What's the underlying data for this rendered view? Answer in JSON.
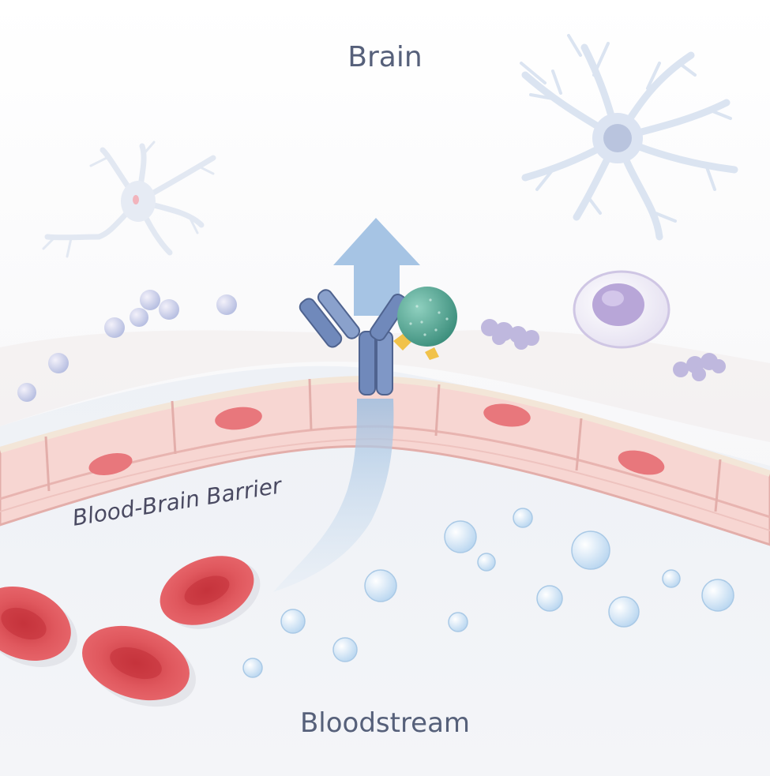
{
  "labels": {
    "brain": "Brain",
    "barrier": "Blood-Brain Barrier",
    "bloodstream": "Bloodstream"
  },
  "colors": {
    "brain_bg": "#f6f6f8",
    "blood_bg": "#edf1f6",
    "endothelium": "#f7d4d0",
    "endothelium_outline": "#e0a9a6",
    "nucleus": "#e8777c",
    "red_blood_cell": "#e04b52",
    "antibody": "#6d84b3",
    "antigen_sphere": "#5fae9c",
    "transport_arrow": "#a9c6e3",
    "neuron": "#dde6f2",
    "microglia": "#c7bde0",
    "plasma_bubble": "#cfe3f5",
    "label_text": "#56607a"
  },
  "icons": [
    "neuron-icon",
    "antibody-icon",
    "antigen-icon",
    "transport-arrow-icon",
    "red-blood-cell-icon",
    "immune-cell-icon"
  ]
}
